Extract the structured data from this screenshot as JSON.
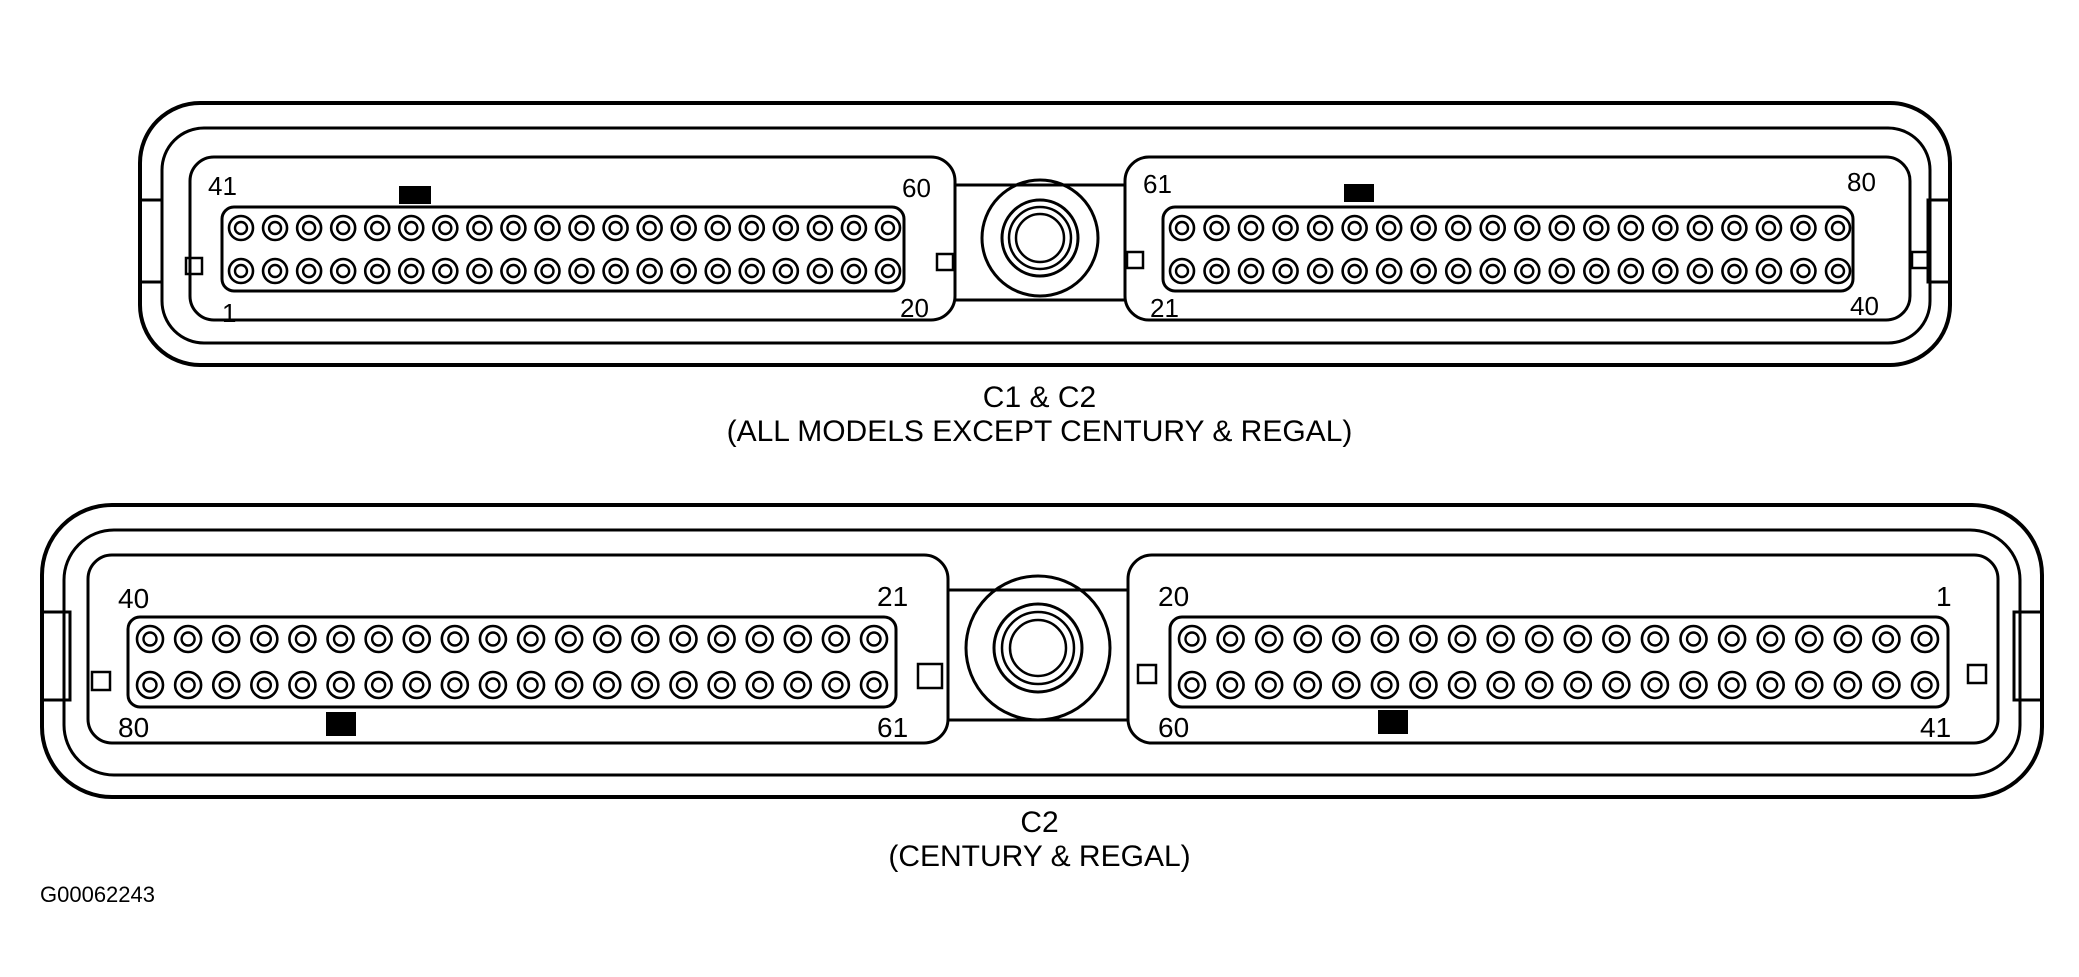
{
  "connectors": [
    {
      "left_block": {
        "top_left": "41",
        "top_right": "60",
        "bottom_left": "1",
        "bottom_right": "20"
      },
      "right_block": {
        "top_left": "61",
        "top_right": "80",
        "bottom_left": "21",
        "bottom_right": "40"
      },
      "caption_line1": "C1 & C2",
      "caption_line2": "(ALL MODELS EXCEPT CENTURY & REGAL)"
    },
    {
      "left_block": {
        "top_left": "40",
        "top_right": "21",
        "bottom_left": "80",
        "bottom_right": "61"
      },
      "right_block": {
        "top_left": "20",
        "top_right": "1",
        "bottom_left": "60",
        "bottom_right": "41"
      },
      "caption_line1": "C2",
      "caption_line2": "(CENTURY & REGAL)"
    }
  ],
  "figure_id": "G00062243"
}
